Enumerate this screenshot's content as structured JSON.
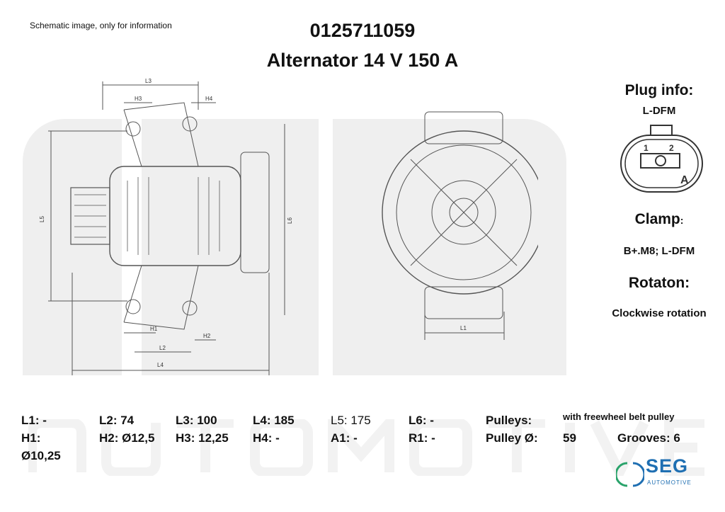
{
  "header": {
    "note": "Schematic image, only for information",
    "part_number": "0125711059",
    "title": "Alternator 14 V 150 A"
  },
  "drawing": {
    "side_view_labels": [
      "L3",
      "H3",
      "H4",
      "L5",
      "L6",
      "H1",
      "H2",
      "L2",
      "L4"
    ],
    "front_view_labels": [
      "L1"
    ]
  },
  "info": {
    "plug_heading": "Plug info:",
    "plug_value": "L-DFM",
    "plug_pins": [
      "1",
      "2",
      "A"
    ],
    "clamp_heading": "Clamp",
    "clamp_colon": ":",
    "clamp_value": "B+.M8; L-DFM",
    "rotation_heading": "Rotaton:",
    "rotation_value": "Clockwise rotation"
  },
  "specs": {
    "row1": [
      "L1: -",
      "L2: 74",
      "L3: 100",
      "L4: 185",
      "L5: 175",
      "L6: -"
    ],
    "row2": [
      "H1:",
      "H2: Ø12,5",
      "H3: 12,25",
      "H4: -",
      "A1: -",
      "R1: -"
    ],
    "h1_value": "Ø10,25",
    "pulleys_label": "Pulleys:",
    "pulleys_value": "with freewheel belt pulley",
    "pulley_dia_label": "Pulley Ø:",
    "pulley_dia_value": "59",
    "grooves": "Grooves: 6"
  },
  "logo": {
    "brand": "SEG",
    "sub": "AUTOMOTIVE",
    "colors": {
      "blue": "#1f6fb2",
      "green": "#2aa36b"
    }
  },
  "watermark": "AUTOMOTIVE"
}
